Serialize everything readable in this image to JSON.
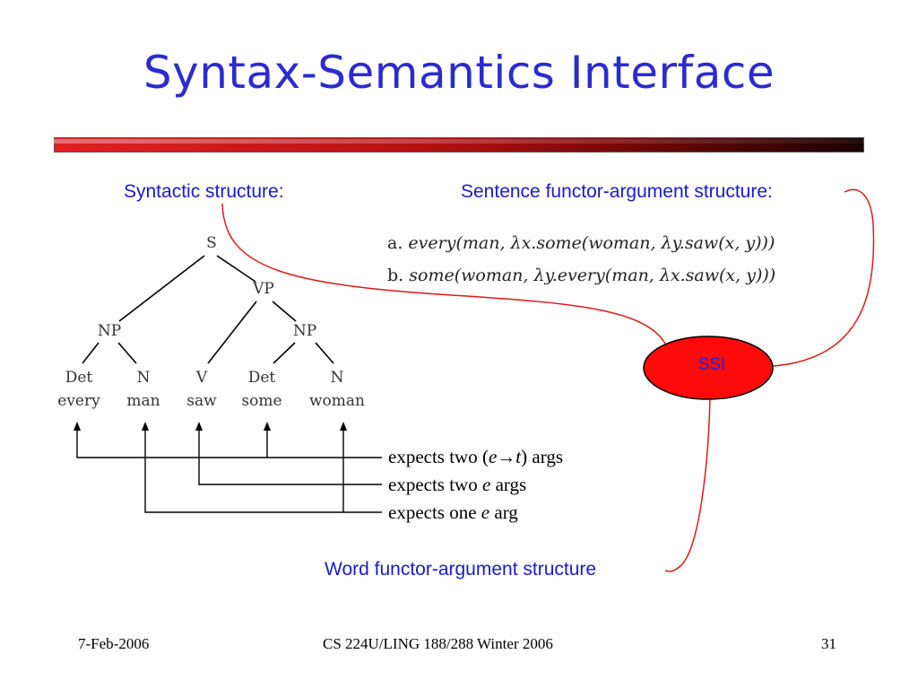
{
  "slide": {
    "title": "Syntax-Semantics Interface",
    "syntactic_label": "Syntactic structure:",
    "sentence_label": "Sentence functor-argument structure:",
    "word_label": "Word functor-argument structure",
    "ssi_label": "SSI"
  },
  "tree": {
    "S": "S",
    "VP": "VP",
    "NP1": "NP",
    "NP2": "NP",
    "pos": [
      "Det",
      "N",
      "V",
      "Det",
      "N"
    ],
    "words": [
      "every",
      "man",
      "saw",
      "some",
      "woman"
    ]
  },
  "formulas": {
    "a_marker": "a.",
    "a_text": "every(man, λx.some(woman, λy.saw(x, y)))",
    "b_marker": "b.",
    "b_text": "some(woman, λy.every(man, λx.saw(x, y)))"
  },
  "expectations": {
    "line1_prefix": "expects two (",
    "line1_e": "e",
    "line1_arrow": "→",
    "line1_t": "t",
    "line1_suffix": ") args",
    "line2_prefix": "expects two ",
    "line2_e": "e",
    "line2_suffix": " args",
    "line3_prefix": "expects one ",
    "line3_e": "e",
    "line3_suffix": " arg"
  },
  "footer": {
    "date": "7-Feb-2006",
    "course": "CS 224U/LING 188/288 Winter 2006",
    "page": "31"
  },
  "colors": {
    "title": "#2b2bd0",
    "label": "#1a1acc",
    "connector": "#e01818",
    "ssi_fill": "#ff0a0a"
  }
}
